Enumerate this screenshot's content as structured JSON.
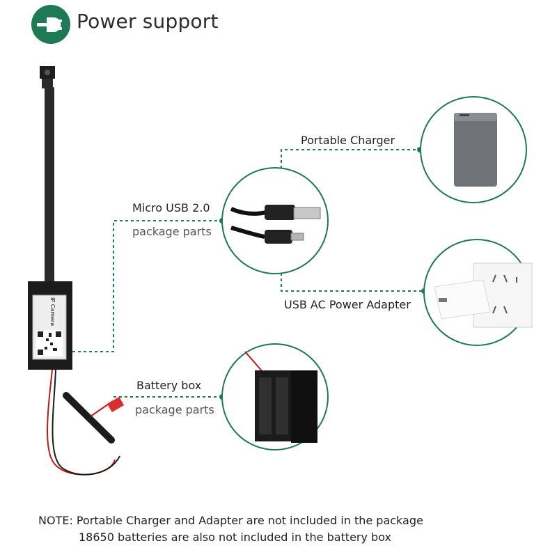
{
  "header": {
    "title": "Power support",
    "icon": "power-plug-icon",
    "accent_color": "#1d7a55"
  },
  "diagram": {
    "connector_color": "#1d7a55",
    "device": {
      "label_lines": [
        "IP Camera"
      ],
      "icon": "camera-module-icon"
    },
    "options": [
      {
        "id": "micro-usb",
        "title": "Micro USB 2.0",
        "subtitle": "package parts",
        "image": "usb-cable-icon"
      },
      {
        "id": "portable-charger",
        "title": "Portable Charger",
        "subtitle": "",
        "image": "power-bank-icon"
      },
      {
        "id": "usb-ac-adapter",
        "title": "USB AC Power Adapter",
        "subtitle": "",
        "image": "wall-adapter-icon"
      },
      {
        "id": "battery-box",
        "title": "Battery box",
        "subtitle": "package parts",
        "image": "battery-holder-icon"
      }
    ]
  },
  "footer": {
    "note_line1": "NOTE: Portable Charger and Adapter are not included in the package",
    "note_line2": "18650 batteries are also not included in the battery box"
  }
}
